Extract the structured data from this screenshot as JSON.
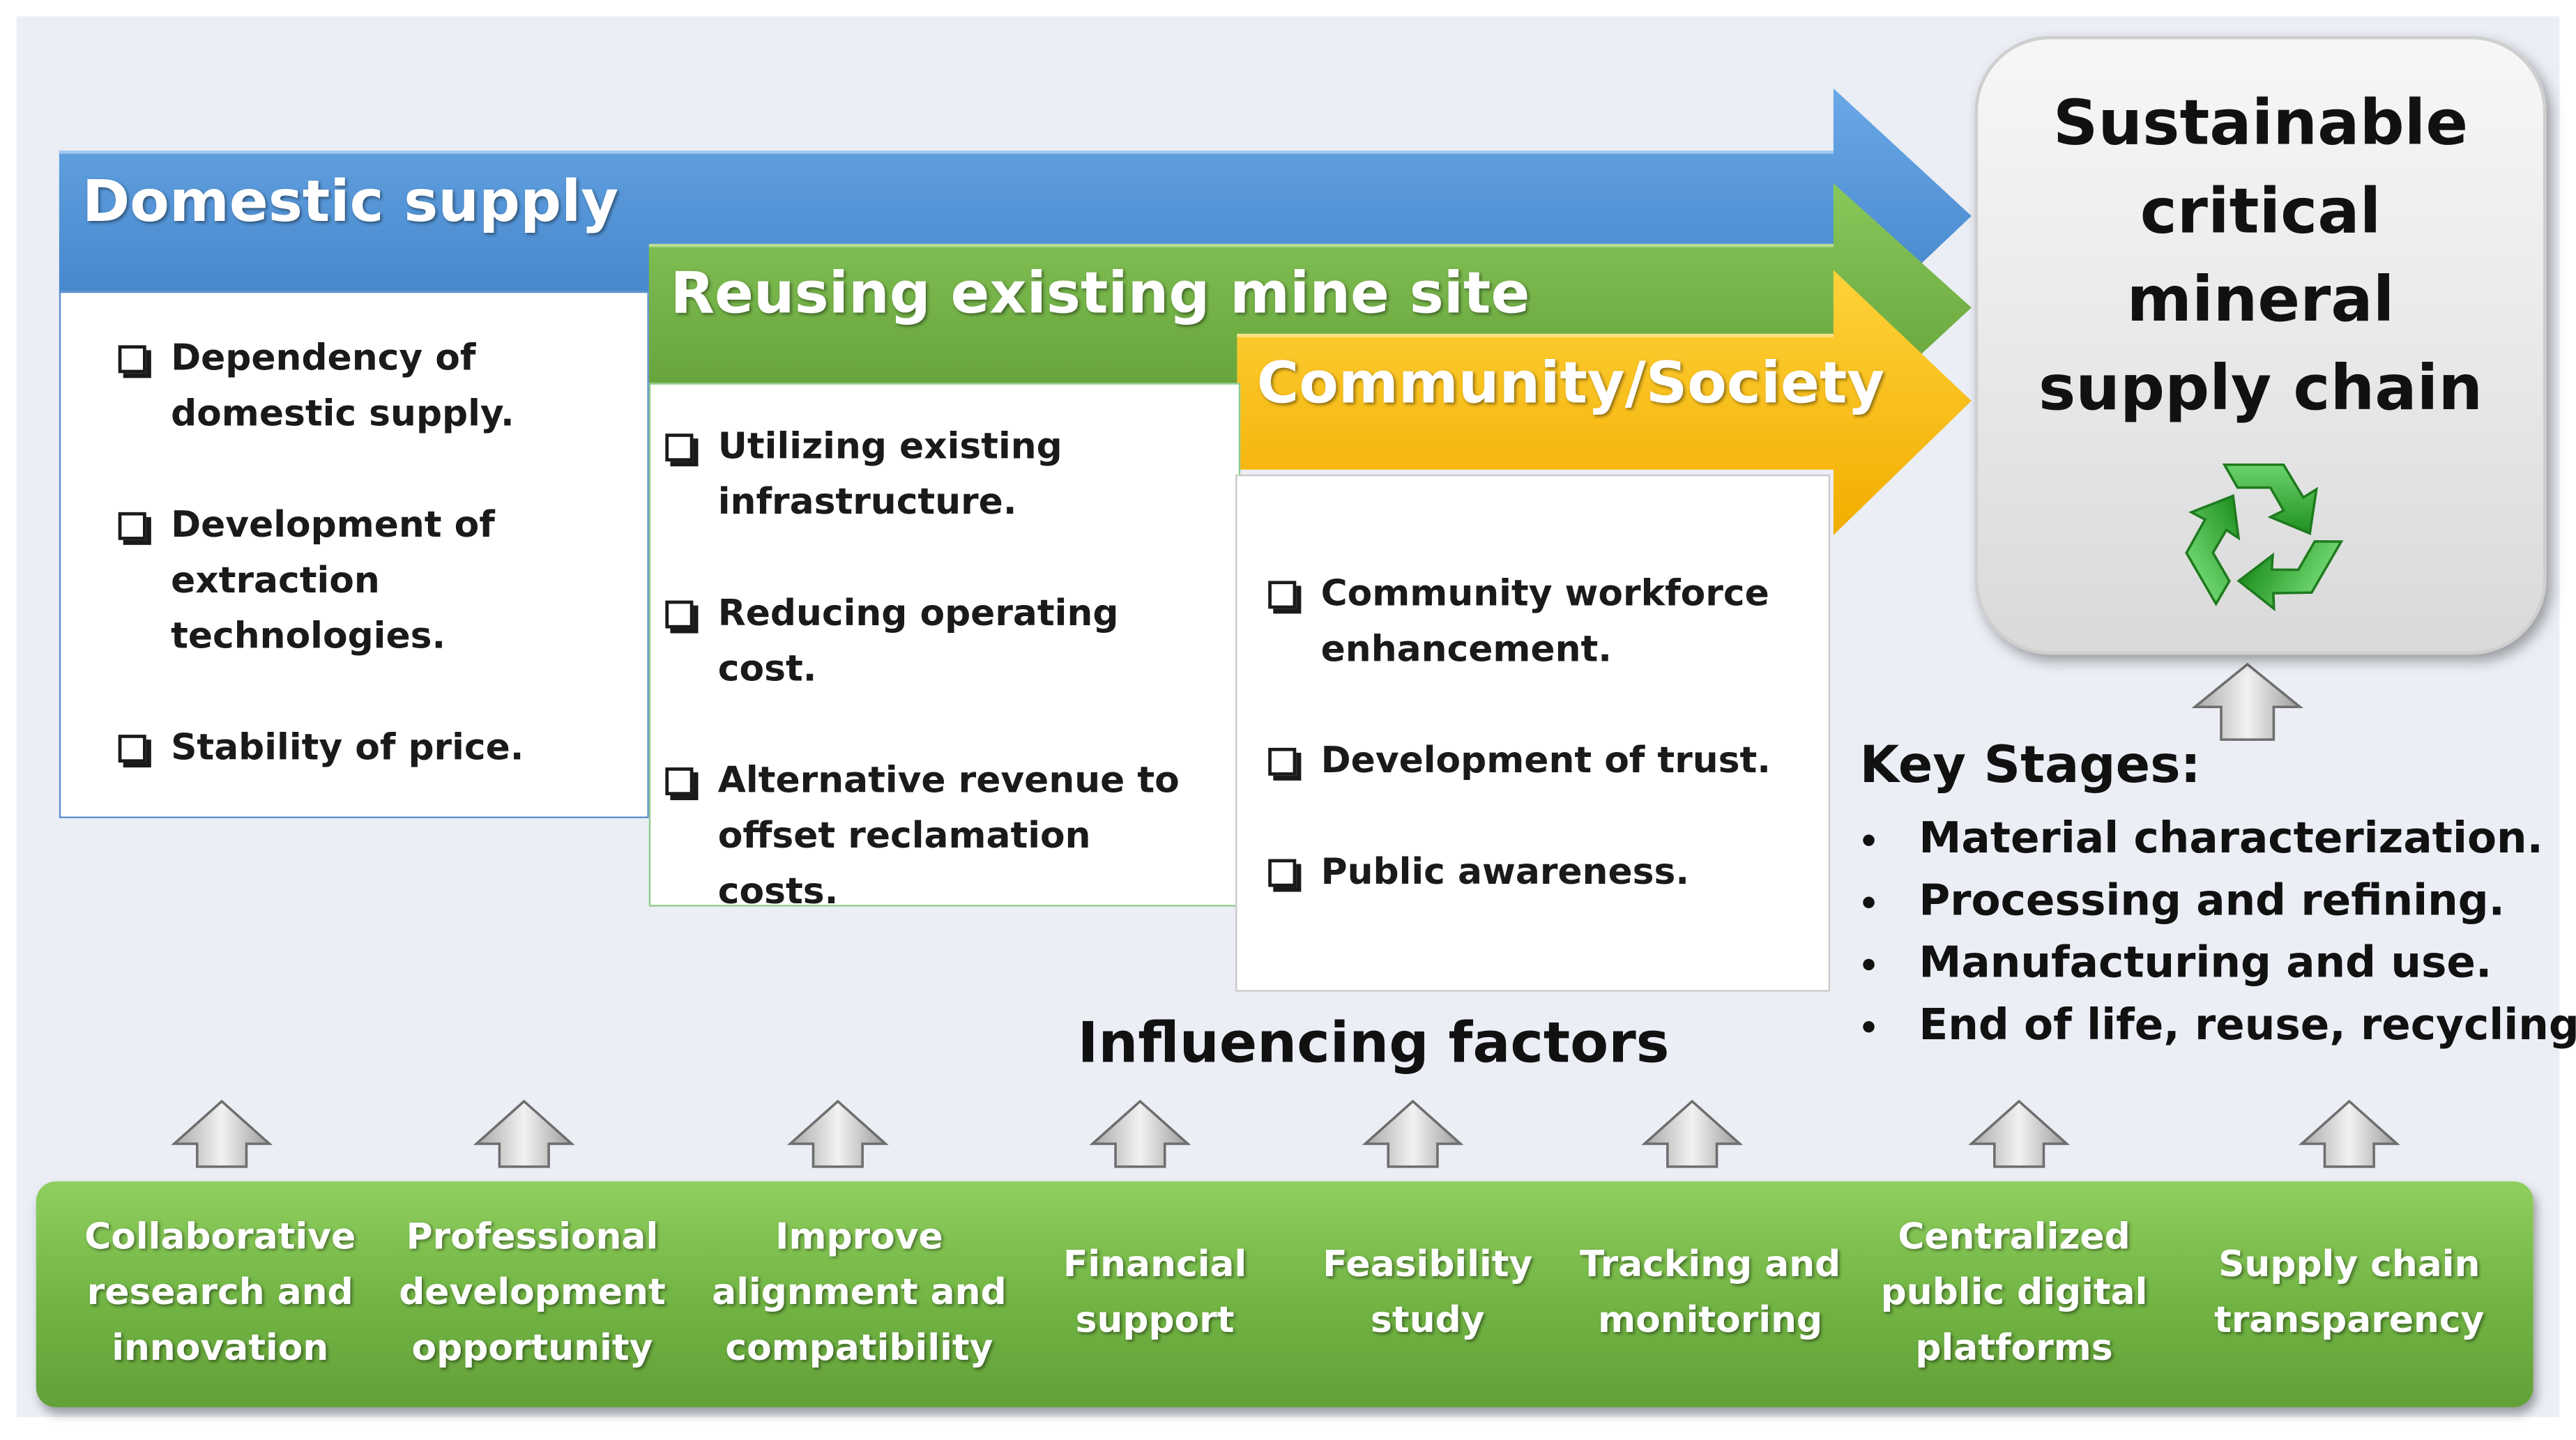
{
  "bands": {
    "domestic": {
      "title": "Domestic supply",
      "items": [
        "Dependency of domestic supply.",
        "Development of extraction technologies.",
        "Stability of price."
      ],
      "color": "#4a8fd4"
    },
    "reuse": {
      "title": "Reusing existing mine site",
      "items": [
        "Utilizing existing infrastructure.",
        "Reducing operating cost.",
        "Alternative revenue to offset reclamation costs."
      ],
      "color": "#6fae43"
    },
    "community": {
      "title": "Community/Society",
      "items": [
        "Community workforce enhancement.",
        "Development of trust.",
        "Public awareness."
      ],
      "color": "#fbbb00"
    }
  },
  "goal": {
    "title": "Sustainable\ncritical\nmineral\nsupply chain",
    "icon": "recycle-icon",
    "icon_color": "#2fa52f"
  },
  "key_stages": {
    "title": "Key Stages:",
    "items": [
      "Material characterization.",
      "Processing and refining.",
      "Manufacturing and use.",
      "End of life, reuse, recycling."
    ]
  },
  "influencing": {
    "title": "Influencing factors",
    "factors": [
      "Collaborative research and innovation",
      "Professional development opportunity",
      "Improve alignment and compatibility",
      "Financial support",
      "Feasibility study",
      "Tracking and monitoring",
      "Centralized public digital platforms",
      "Supply chain transparency"
    ],
    "bar_color": "#71b443"
  }
}
